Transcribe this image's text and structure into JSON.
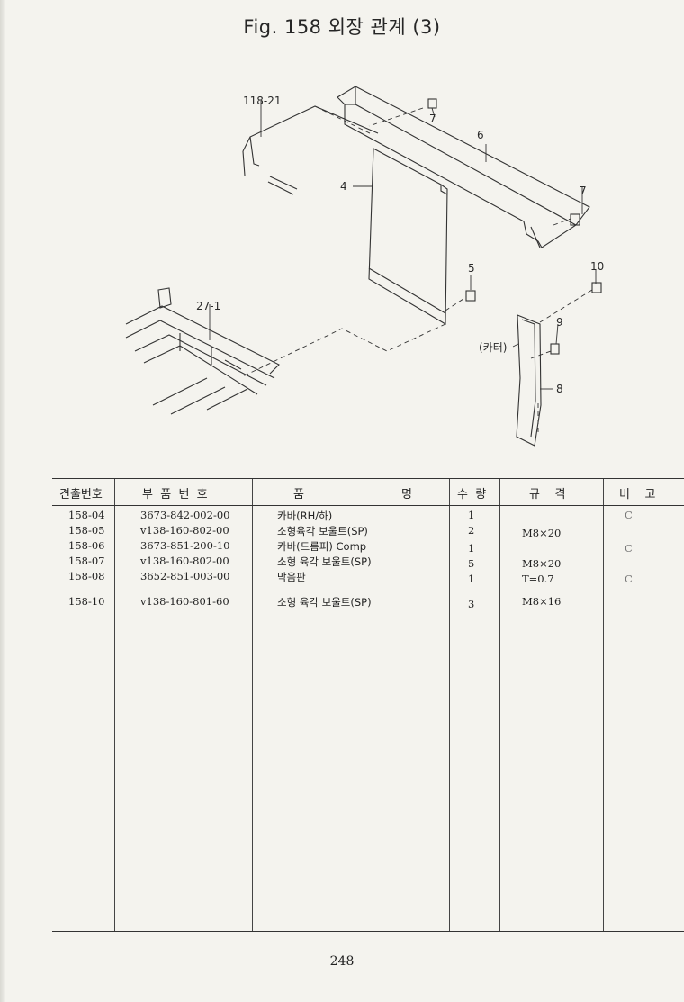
{
  "title": "Fig. 158  외장 관계 (3)",
  "diagram": {
    "callouts": {
      "c118_21": "118-21",
      "c7a": "7",
      "c6": "6",
      "c4": "4",
      "c7b": "7",
      "c5": "5",
      "c10": "10",
      "c27_1": "27-1",
      "c9": "9",
      "cutter": "(카터)",
      "c8": "8"
    }
  },
  "table": {
    "headers": {
      "index": "견출번호",
      "part_no": "부  품  번  호",
      "name_a": "품",
      "name_b": "명",
      "qty": "수  량",
      "spec": "규    격",
      "note": "비    고"
    },
    "rows": [
      {
        "index": "158-04",
        "part_no": "3673-842-002-00",
        "name": "카바(RH/하)",
        "qty": "1",
        "spec": "",
        "note": "C"
      },
      {
        "index": "158-05",
        "part_no": "v138-160-802-00",
        "name": "소형육각 보울트(SP)",
        "qty": "2",
        "spec": "M8×20",
        "note": ""
      },
      {
        "index": "158-06",
        "part_no": "3673-851-200-10",
        "name": "카바(드름피) Comp",
        "qty": "1",
        "spec": "",
        "note": "C"
      },
      {
        "index": "158-07",
        "part_no": "v138-160-802-00",
        "name": "소형 육각 보울트(SP)",
        "qty": "5",
        "spec": "M8×20",
        "note": ""
      },
      {
        "index": "158-08",
        "part_no": "3652-851-003-00",
        "name": "막음판",
        "qty": "1",
        "spec": "T=0.7",
        "note": "C"
      },
      {
        "index": "158-10",
        "part_no": "v138-160-801-60",
        "name": "소형 육각 보울트(SP)",
        "qty": "3",
        "spec": "M8×16",
        "note": ""
      }
    ]
  },
  "page_number": "248"
}
